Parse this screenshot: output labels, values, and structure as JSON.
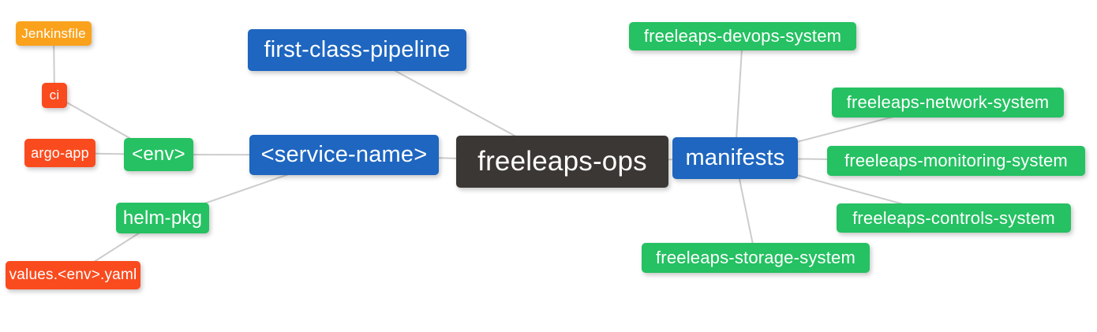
{
  "colors": {
    "root": "#3B3734",
    "branch_blue": "#1E66C0",
    "leaf_green": "#25C162",
    "leaf_red": "#FA4B1E",
    "leaf_orange": "#FAA21C",
    "edge": "#CCCCCC",
    "text": "#FFFFFF"
  },
  "nodes": {
    "root": {
      "label": "freeleaps-ops",
      "color": "#3B3734"
    },
    "first_class_pipeline": {
      "label": "first-class-pipeline",
      "color": "#1E66C0"
    },
    "service_name": {
      "label": "<service-name>",
      "color": "#1E66C0"
    },
    "manifests": {
      "label": "manifests",
      "color": "#1E66C0"
    },
    "env": {
      "label": "<env>",
      "color": "#25C162"
    },
    "helm_pkg": {
      "label": "helm-pkg",
      "color": "#25C162"
    },
    "ci": {
      "label": "ci",
      "color": "#FA4B1E"
    },
    "argo_app": {
      "label": "argo-app",
      "color": "#FA4B1E"
    },
    "values_env_yaml": {
      "label": "values.<env>.yaml",
      "color": "#FA4B1E"
    },
    "jenkinsfile": {
      "label": "Jenkinsfile",
      "color": "#FAA21C"
    },
    "devops": {
      "label": "freeleaps-devops-system",
      "color": "#25C162"
    },
    "network": {
      "label": "freeleaps-network-system",
      "color": "#25C162"
    },
    "monitoring": {
      "label": "freeleaps-monitoring-system",
      "color": "#25C162"
    },
    "controls": {
      "label": "freeleaps-controls-system",
      "color": "#25C162"
    },
    "storage": {
      "label": "freeleaps-storage-system",
      "color": "#25C162"
    }
  },
  "edges": [
    [
      "jenkinsfile",
      "ci"
    ],
    [
      "ci",
      "env"
    ],
    [
      "argo_app",
      "env"
    ],
    [
      "env",
      "service_name"
    ],
    [
      "helm_pkg",
      "service_name"
    ],
    [
      "values_env_yaml",
      "helm_pkg"
    ],
    [
      "service_name",
      "root"
    ],
    [
      "first_class_pipeline",
      "root"
    ],
    [
      "root",
      "manifests"
    ],
    [
      "manifests",
      "devops"
    ],
    [
      "manifests",
      "network"
    ],
    [
      "manifests",
      "monitoring"
    ],
    [
      "manifests",
      "controls"
    ],
    [
      "manifests",
      "storage"
    ]
  ]
}
